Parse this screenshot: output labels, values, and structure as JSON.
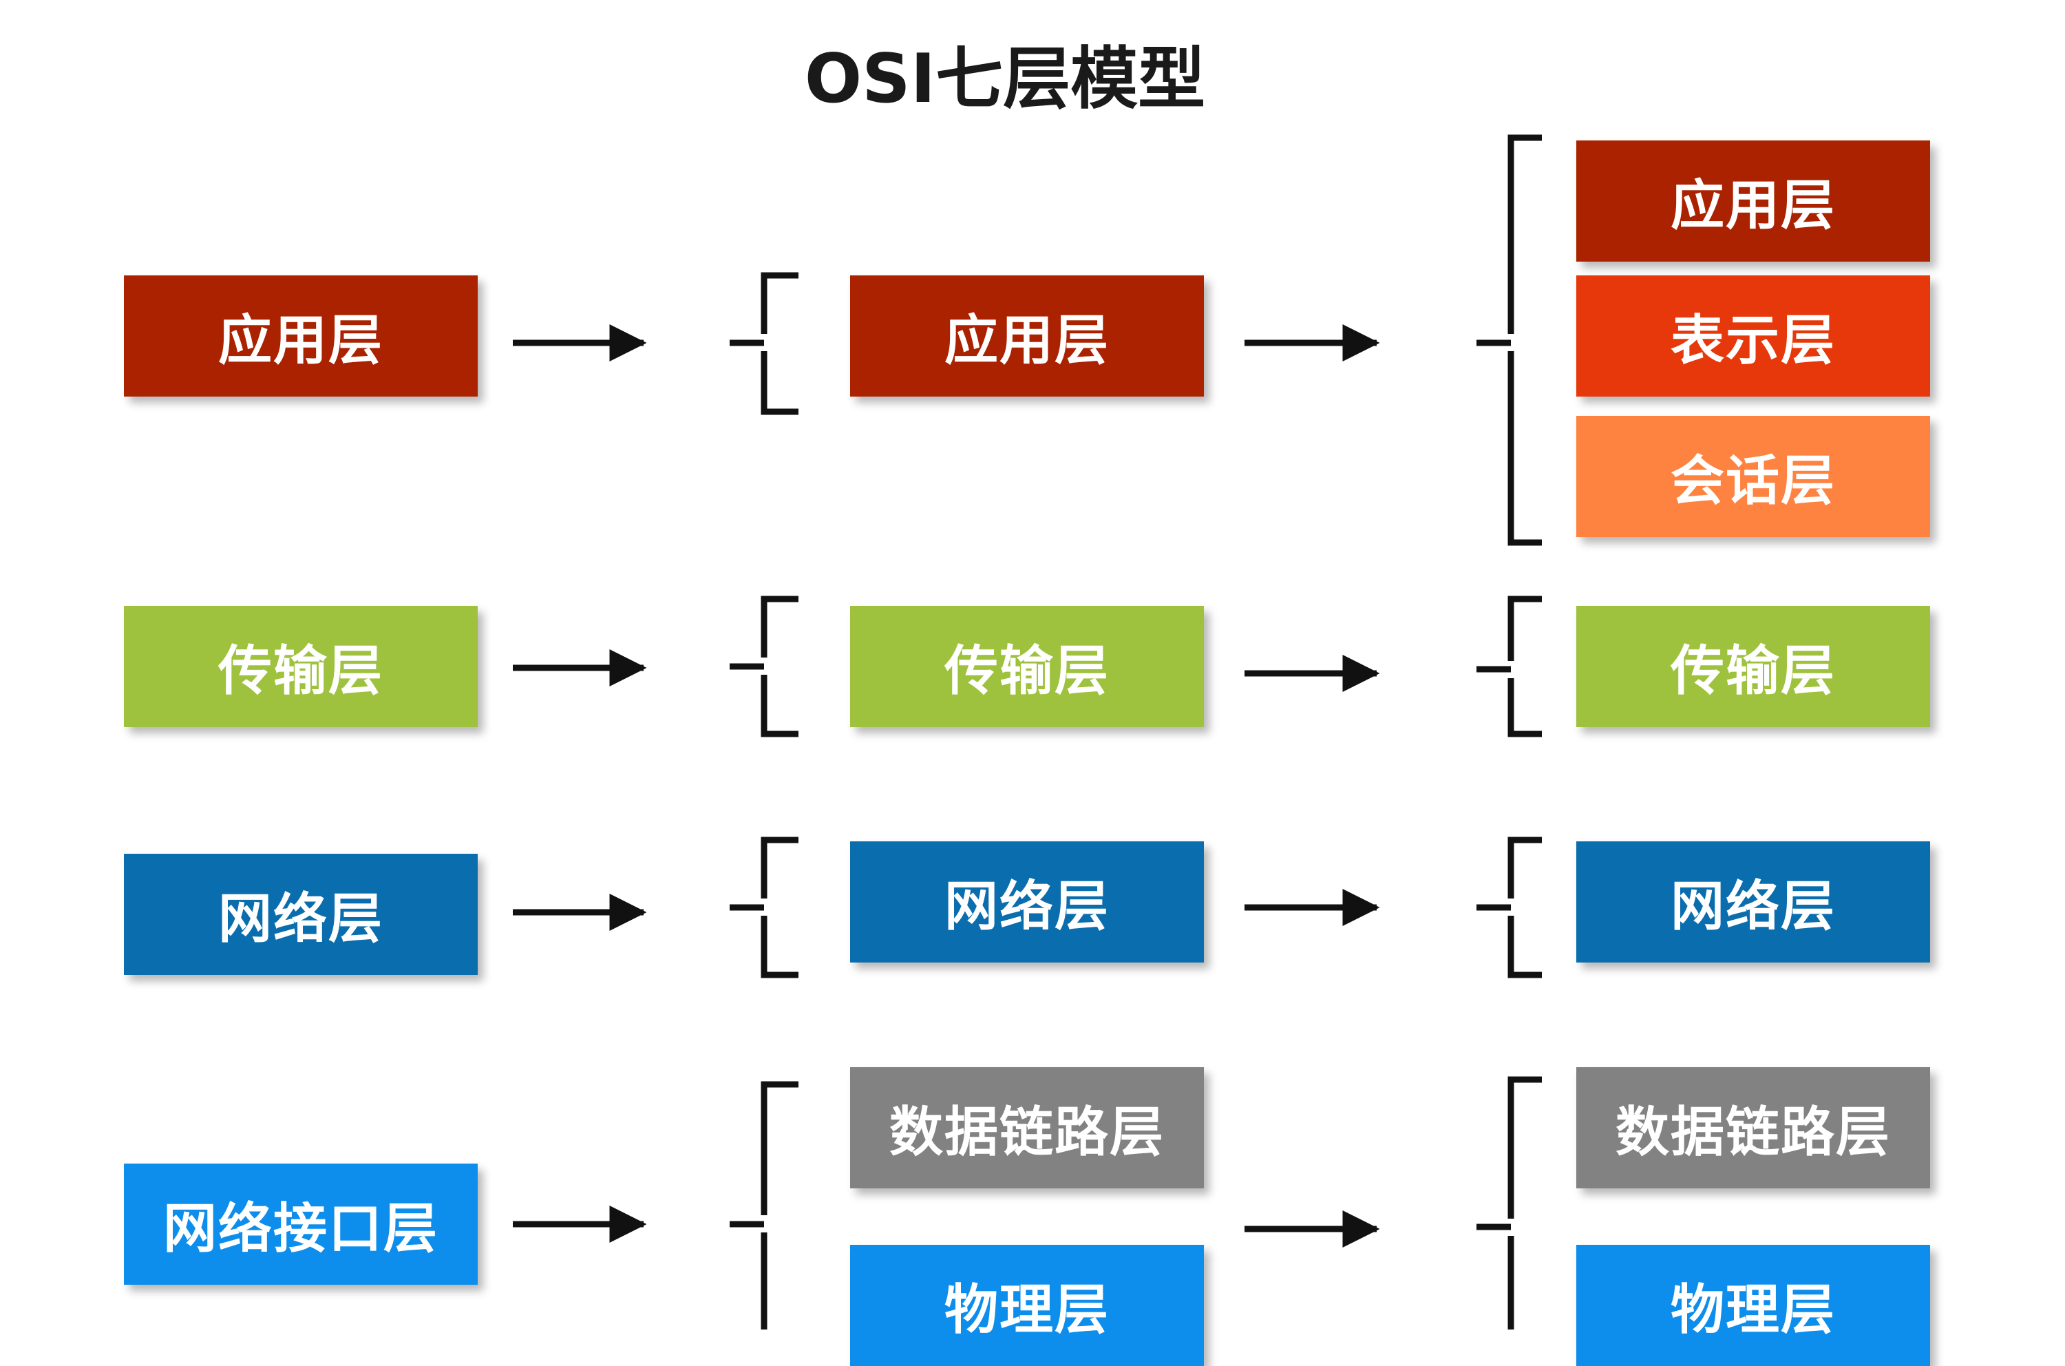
{
  "title": "OSI七层模型",
  "colors": {
    "application": "#AA2200",
    "presentation": "#E6380A",
    "session": "#FF8340",
    "transport": "#9EC23E",
    "network": "#0A6DAE",
    "network_interface": "#0D8EEC",
    "data_link": "#828282",
    "physical": "#0D8EEC",
    "connector": "#111111"
  },
  "columns": [
    {
      "boxes": [
        {
          "key": "application",
          "label": "应用层"
        },
        {
          "key": "transport",
          "label": "传输层"
        },
        {
          "key": "network",
          "label": "网络层"
        },
        {
          "key": "network_interface",
          "label": "网络接口层"
        }
      ]
    },
    {
      "boxes": [
        {
          "key": "application",
          "label": "应用层"
        },
        {
          "key": "transport",
          "label": "传输层"
        },
        {
          "key": "network",
          "label": "网络层"
        },
        {
          "key": "data_link",
          "label": "数据链路层"
        },
        {
          "key": "physical",
          "label": "物理层"
        }
      ]
    },
    {
      "boxes": [
        {
          "key": "application",
          "label": "应用层"
        },
        {
          "key": "presentation",
          "label": "表示层"
        },
        {
          "key": "session",
          "label": "会话层"
        },
        {
          "key": "transport",
          "label": "传输层"
        },
        {
          "key": "network",
          "label": "网络层"
        },
        {
          "key": "data_link",
          "label": "数据链路层"
        },
        {
          "key": "physical",
          "label": "物理层"
        }
      ]
    }
  ]
}
